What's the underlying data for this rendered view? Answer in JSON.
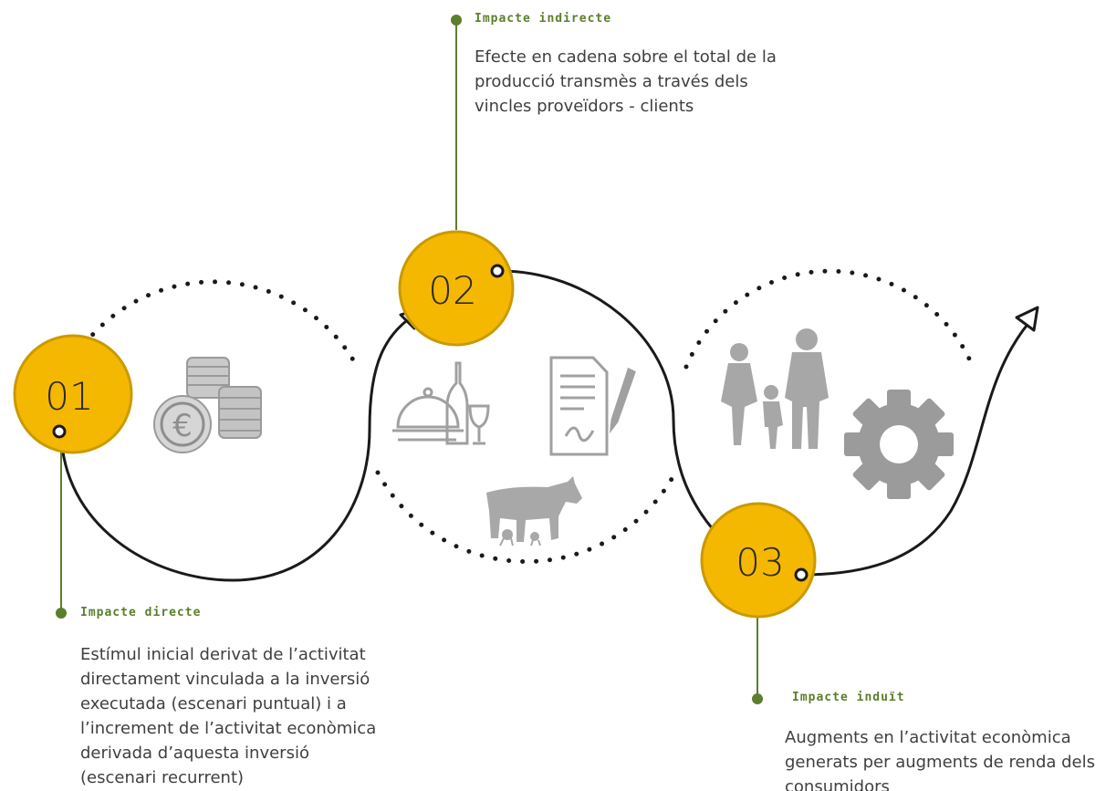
{
  "stages": [
    {
      "number": "01",
      "title": "Impacte directe",
      "description": "Estímul inicial derivat de l’activitat directament vinculada a la inversió executada (escenari puntual) i a l’increment de l’activitat econòmica derivada d’aquesta inversió (escenari recurrent)"
    },
    {
      "number": "02",
      "title": "Impacte indirecte",
      "description": "Efecte en cadena sobre el total de la producció transmès a través dels vincles proveïdors - clients"
    },
    {
      "number": "03",
      "title": "Impacte induït",
      "description": "Augments en l’activitat econòmica generats per augments de renda dels consumidors"
    }
  ],
  "icons": [
    "euro-coins-icon",
    "food-tray-icon",
    "wine-icon",
    "contract-icon",
    "livestock-icon",
    "family-icon",
    "gear-icon"
  ],
  "colors": {
    "badge_fill": "#F5B800",
    "badge_stroke": "#C99A00",
    "line_green": "#5B7F2C",
    "icon_grey": "#9B9B9B",
    "path_black": "#1A1A1A"
  }
}
